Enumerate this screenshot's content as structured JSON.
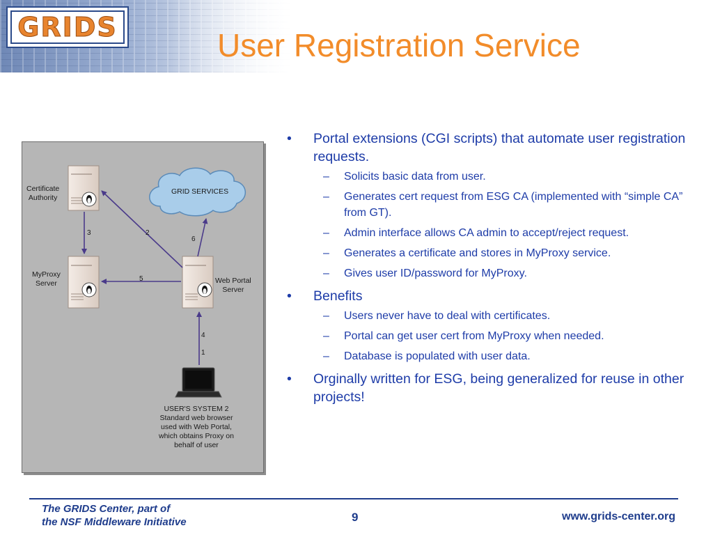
{
  "header": {
    "logo_text": "GRIDS",
    "title": "User Registration Service"
  },
  "diagram": {
    "labels": {
      "certificate_authority": "Certificate\nAuthority",
      "myproxy_server": "MyProxy\nServer",
      "web_portal_server": "Web Portal\nServer",
      "grid_services": "GRID SERVICES",
      "users_system": "USER'S SYSTEM 2\nStandard web browser\nused with Web Portal,\nwhich obtains Proxy on\nbehalf of user"
    },
    "steps": [
      "1",
      "2",
      "3",
      "4",
      "5",
      "6"
    ],
    "colors": {
      "arrow": "#4a3a8a",
      "background": "#b6b6b6",
      "cloud": "#a9cdea"
    }
  },
  "bullets": [
    {
      "text": "Portal extensions (CGI scripts) that automate user registration requests.",
      "sub": [
        "Solicits basic data from user.",
        "Generates cert request from ESG CA (implemented with “simple CA” from GT).",
        "Admin interface allows CA admin to accept/reject request.",
        "Generates a certificate and stores in MyProxy service.",
        "Gives user ID/password for MyProxy."
      ]
    },
    {
      "text": "Benefits",
      "sub": [
        "Users never have to deal with certificates.",
        "Portal can get user cert from MyProxy when needed.",
        "Database is populated with user data."
      ]
    },
    {
      "text": "Orginally written for ESG, being generalized for reuse in other projects!",
      "sub": []
    }
  ],
  "bullet_markers": {
    "level1": "•",
    "level2": "–"
  },
  "footer": {
    "left_line1": "The GRIDS Center, part of",
    "left_line2": "the NSF Middleware Initiative",
    "page_number": "9",
    "url": "www.grids-center.org"
  },
  "colors": {
    "title": "#f28c2a",
    "body_text": "#1e3ca8",
    "footer": "#1e3c8c"
  }
}
